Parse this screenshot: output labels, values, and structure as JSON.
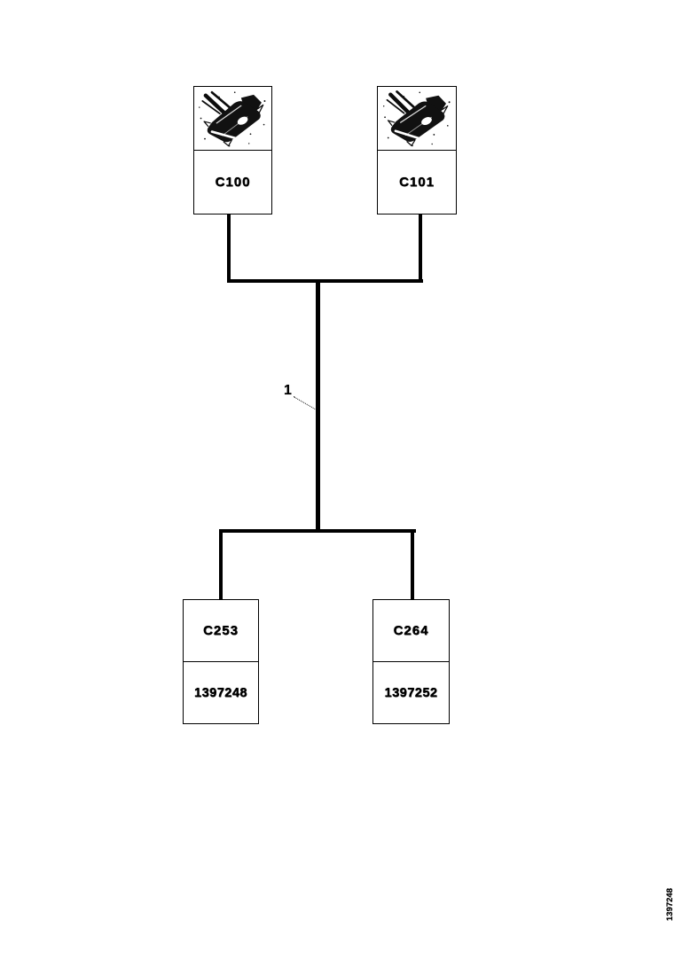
{
  "diagram": {
    "top_connectors": [
      {
        "id": "C100",
        "icon": "wire-harness-connector"
      },
      {
        "id": "C101",
        "icon": "wire-harness-connector"
      }
    ],
    "bottom_connectors": [
      {
        "id": "C253",
        "part_number": "1397248"
      },
      {
        "id": "C264",
        "part_number": "1397252"
      }
    ],
    "callout": {
      "label": "1"
    },
    "corner_code": "1397248",
    "colors": {
      "line": "#000000",
      "background": "#ffffff"
    }
  }
}
